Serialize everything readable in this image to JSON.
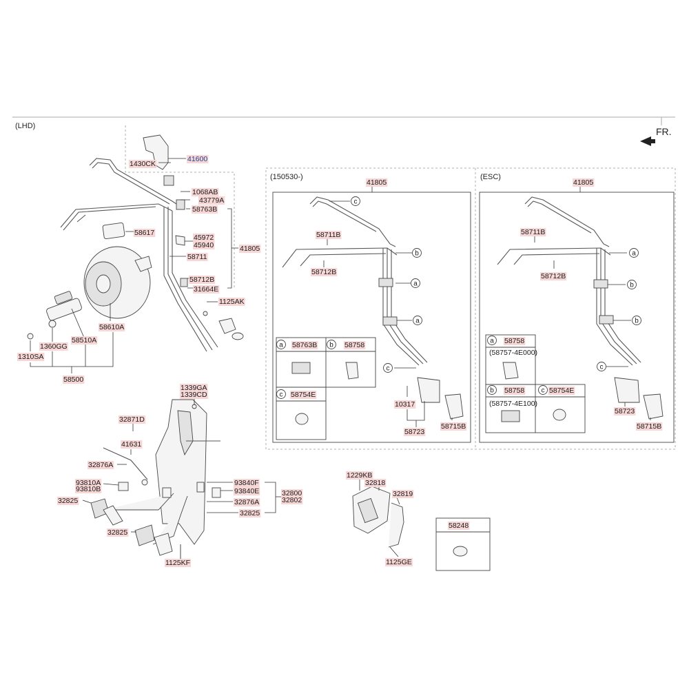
{
  "sections": {
    "lhd": "(LHD)",
    "left_box": "(150530-)",
    "right_box": "(ESC)"
  },
  "direction": "FR.",
  "callouts": {
    "a": "a",
    "b": "b",
    "c": "c"
  },
  "main_labels": [
    "1430CK",
    "41600",
    "1068AB",
    "43779A",
    "58763B",
    "58617",
    "45972",
    "45940",
    "41805",
    "58711",
    "58712B",
    "31664E",
    "1125AK",
    "58610A",
    "58510A",
    "1360GG",
    "1310SA",
    "58500",
    "1339GA",
    "1339CD",
    "32871D",
    "41631",
    "32876A",
    "93810A",
    "93810B",
    "32825",
    "32825",
    "1125KF",
    "93840F",
    "93840E",
    "32876A",
    "32825",
    "32800",
    "32802",
    "1229KB",
    "32818",
    "32819",
    "1125GE",
    "58248"
  ],
  "box1_labels": [
    "41805",
    "58711B",
    "58712B",
    "58763B",
    "58758",
    "58754E",
    "10317",
    "58723",
    "58715B"
  ],
  "box2_labels": [
    "41805",
    "58711B",
    "58712B",
    "58758",
    "(58757-4E000)",
    "58758",
    "(58757-4E100)",
    "58754E",
    "58723",
    "58715B"
  ]
}
